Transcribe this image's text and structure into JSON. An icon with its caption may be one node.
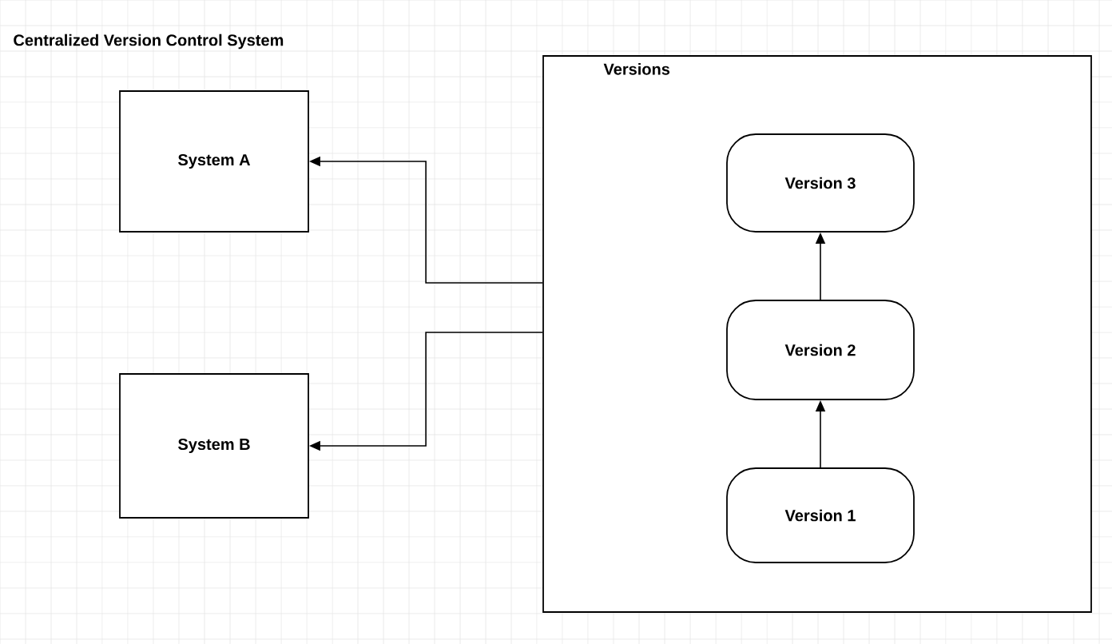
{
  "diagram": {
    "title": "Centralized Version Control System",
    "nodes": [
      {
        "text": [
          "System A"
        ]
      },
      {
        "text": [
          "System B"
        ]
      },
      {
        "text": [
          "Versions"
        ]
      },
      {
        "text": [
          "Version 3"
        ],
        "in": 2
      },
      {
        "text": [
          "Version 2"
        ],
        "in": 2
      },
      {
        "text": [
          "Version 1"
        ],
        "in": 2
      }
    ],
    "edges": [
      {
        "from": 2,
        "to": 0,
        "arrow": "to"
      },
      {
        "from": 2,
        "to": 1,
        "arrow": "to"
      },
      {
        "from": 5,
        "to": 4,
        "arrow": "to"
      },
      {
        "from": 4,
        "to": 3,
        "arrow": "to"
      }
    ]
  }
}
